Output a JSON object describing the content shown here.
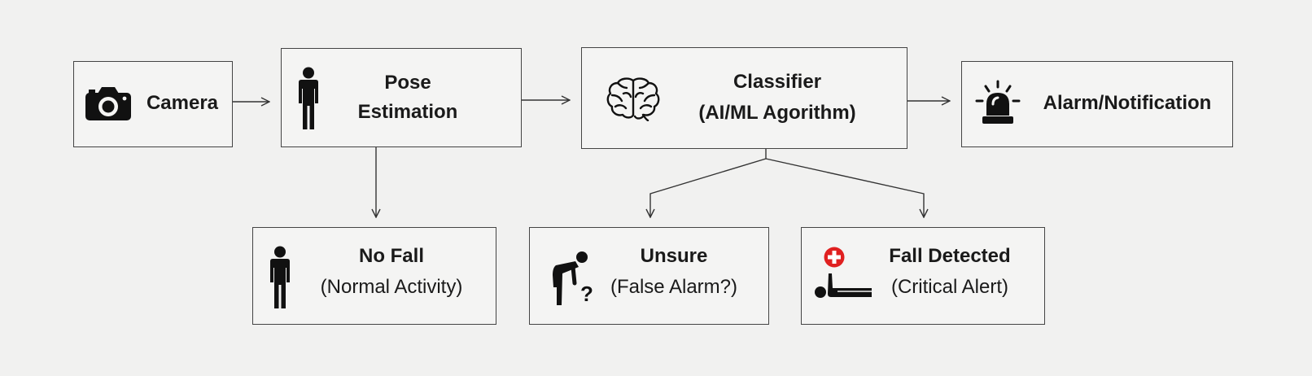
{
  "diagram": {
    "nodes": {
      "camera": {
        "title": "Camera",
        "icon": "camera-icon"
      },
      "pose": {
        "title": "Pose",
        "subtitle": "Estimation",
        "icon": "person-icon"
      },
      "classifier": {
        "title": "Classifier",
        "subtitle": "(AI/ML Agorithm)",
        "icon": "brain-icon"
      },
      "alarm": {
        "title": "Alarm/Notification",
        "icon": "siren-icon"
      },
      "no_fall": {
        "title": "No Fall",
        "subtitle": "(Normal Activity)",
        "icon": "standing-person-icon"
      },
      "unsure": {
        "title": "Unsure",
        "subtitle": "(False Alarm?)",
        "icon": "bending-person-question-icon"
      },
      "fall": {
        "title": "Fall Detected",
        "subtitle": "(Critical Alert)",
        "icon": "fallen-person-medical-icon",
        "accent": "#e02020"
      }
    },
    "edges": [
      {
        "from": "camera",
        "to": "pose"
      },
      {
        "from": "pose",
        "to": "classifier"
      },
      {
        "from": "classifier",
        "to": "alarm"
      },
      {
        "from": "pose",
        "to": "no_fall"
      },
      {
        "from": "classifier",
        "to": "unsure"
      },
      {
        "from": "classifier",
        "to": "fall"
      }
    ]
  }
}
